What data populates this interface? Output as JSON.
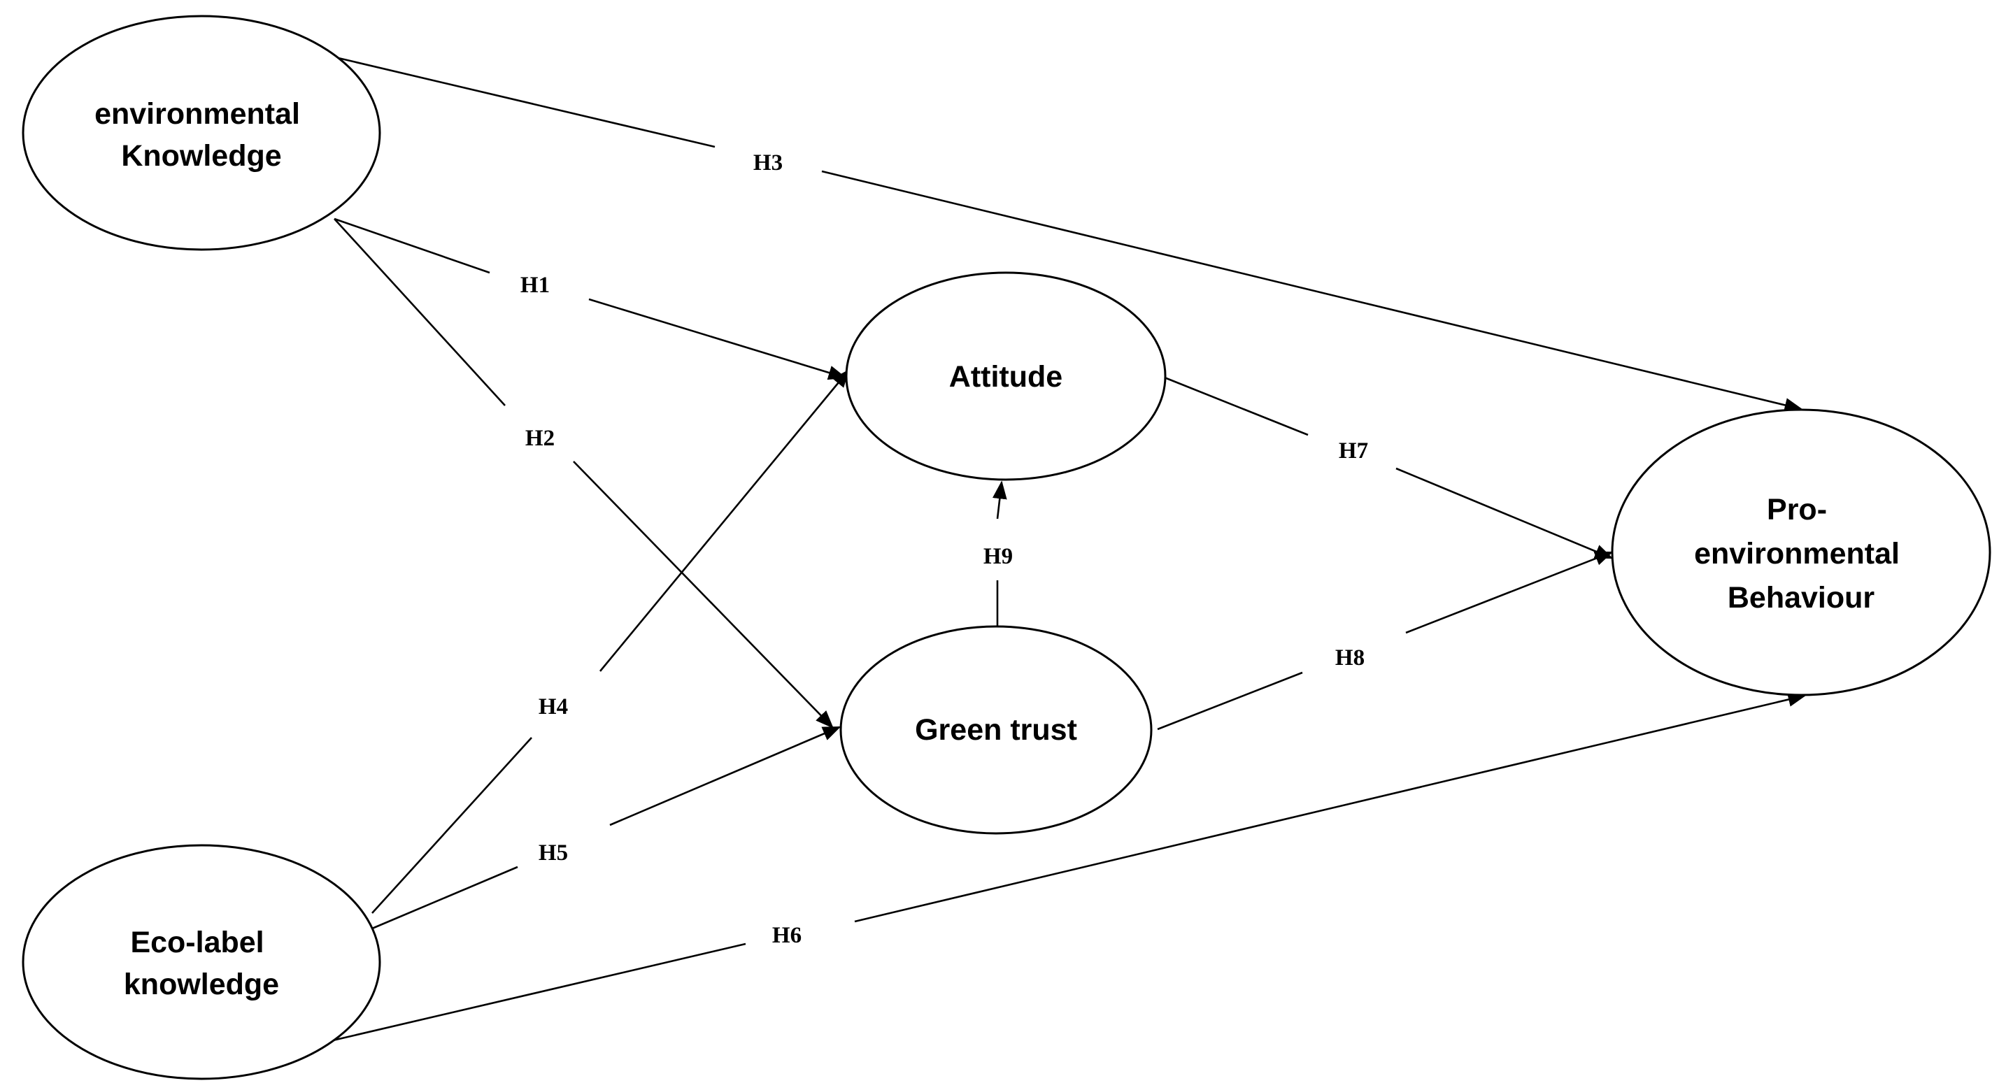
{
  "constructs": {
    "environmental_knowledge": [
      "environmental",
      "Knowledge"
    ],
    "eco_label_knowledge": [
      "Eco-label",
      "knowledge"
    ],
    "attitude": [
      "Attitude"
    ],
    "green_trust": [
      "Green trust"
    ],
    "pro_environmental_behaviour": [
      "Pro-",
      "environmental",
      "Behaviour"
    ]
  },
  "hypotheses": {
    "h1": "H1",
    "h2": "H2",
    "h3": "H3",
    "h4": "H4",
    "h5": "H5",
    "h6": "H6",
    "h7": "H7",
    "h8": "H8",
    "h9": "H9"
  },
  "paths": [
    {
      "id": "h1",
      "from": "environmental_knowledge",
      "to": "attitude"
    },
    {
      "id": "h2",
      "from": "environmental_knowledge",
      "to": "green_trust"
    },
    {
      "id": "h3",
      "from": "environmental_knowledge",
      "to": "pro_environmental_behaviour"
    },
    {
      "id": "h4",
      "from": "eco_label_knowledge",
      "to": "attitude"
    },
    {
      "id": "h5",
      "from": "eco_label_knowledge",
      "to": "green_trust"
    },
    {
      "id": "h6",
      "from": "eco_label_knowledge",
      "to": "pro_environmental_behaviour"
    },
    {
      "id": "h7",
      "from": "attitude",
      "to": "pro_environmental_behaviour"
    },
    {
      "id": "h8",
      "from": "green_trust",
      "to": "pro_environmental_behaviour"
    },
    {
      "id": "h9",
      "from": "green_trust",
      "to": "attitude"
    }
  ]
}
